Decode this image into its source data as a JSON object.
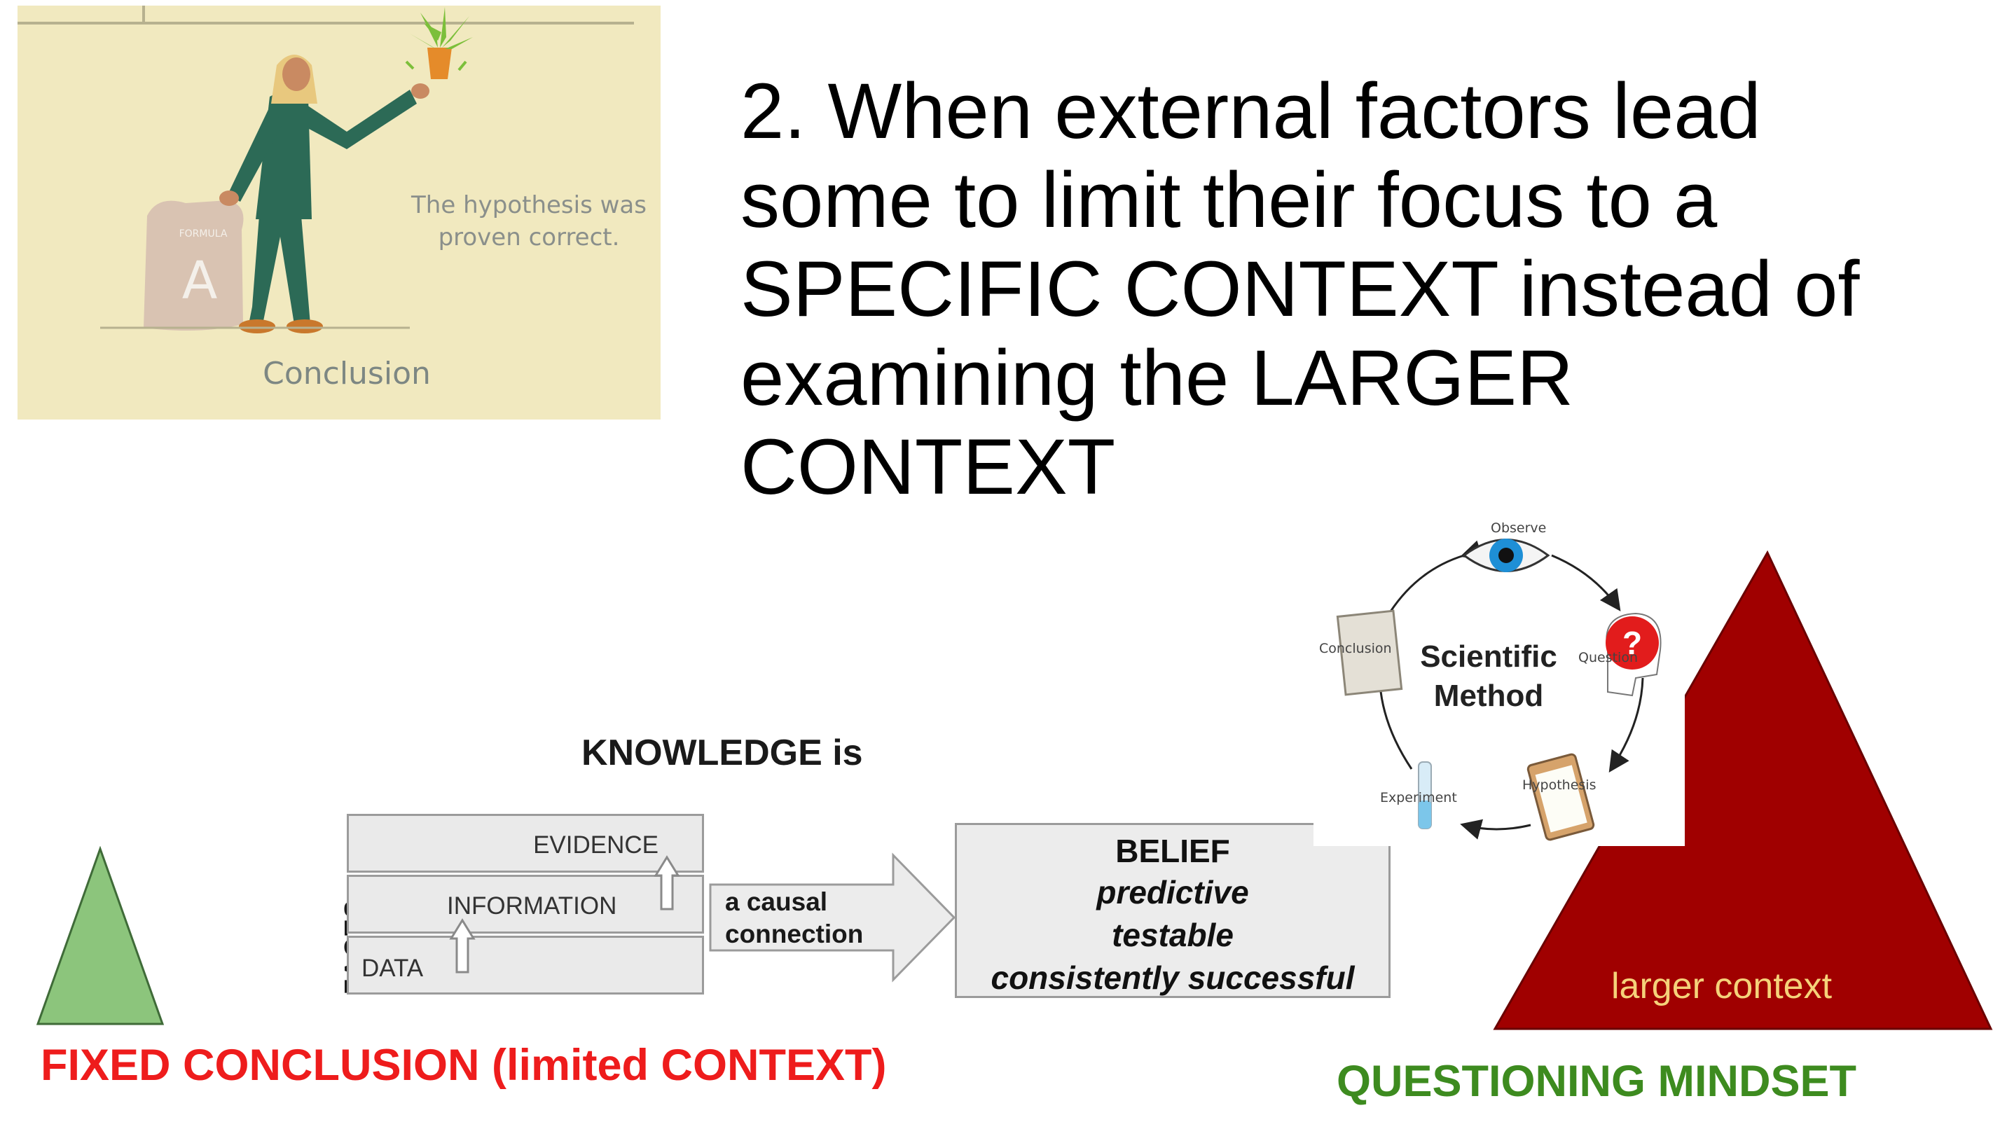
{
  "illustration": {
    "caption_line1": "The hypothesis was",
    "caption_line2": "proven correct.",
    "label": "Conclusion",
    "bag_text": "FORMULA",
    "bag_letter": "A",
    "colors": {
      "background": "#f1e9bf",
      "suit": "#2c6a56",
      "bag": "#d9c3b2",
      "hair": "#e8c87e",
      "plant": "#7cbf3a"
    }
  },
  "heading": {
    "lines": [
      "2. When external factors lead",
      "some to limit their focus to a",
      "SPECIFIC CONTEXT instead of",
      "examining the LARGER",
      "CONTEXT"
    ]
  },
  "knowledge": {
    "title": "KNOWLEDGE is",
    "facts_label": "FACTS",
    "layers": {
      "evidence": "EVIDENCE",
      "information": "INFORMATION",
      "data": "DATA"
    },
    "arrow_text_line1": "a causal",
    "arrow_text_line2": "connection",
    "belief": {
      "title": "BELIEF",
      "items": [
        "predictive",
        "testable",
        "consistently successful"
      ]
    }
  },
  "scientific_method": {
    "title_line1": "Scientific",
    "title_line2": "Method",
    "steps": [
      "Observe",
      "Question",
      "Hypothesis",
      "Experiment",
      "Conclusion"
    ]
  },
  "left_triangle": {
    "label": "FIXED CONCLUSION (limited CONTEXT)",
    "color": "#8cc57c",
    "label_color": "#ee1c1c"
  },
  "right_triangle": {
    "inner_label": "larger context",
    "label": "QUESTIONING MINDSET",
    "color": "#a00000",
    "label_color": "#3d8b1f"
  }
}
